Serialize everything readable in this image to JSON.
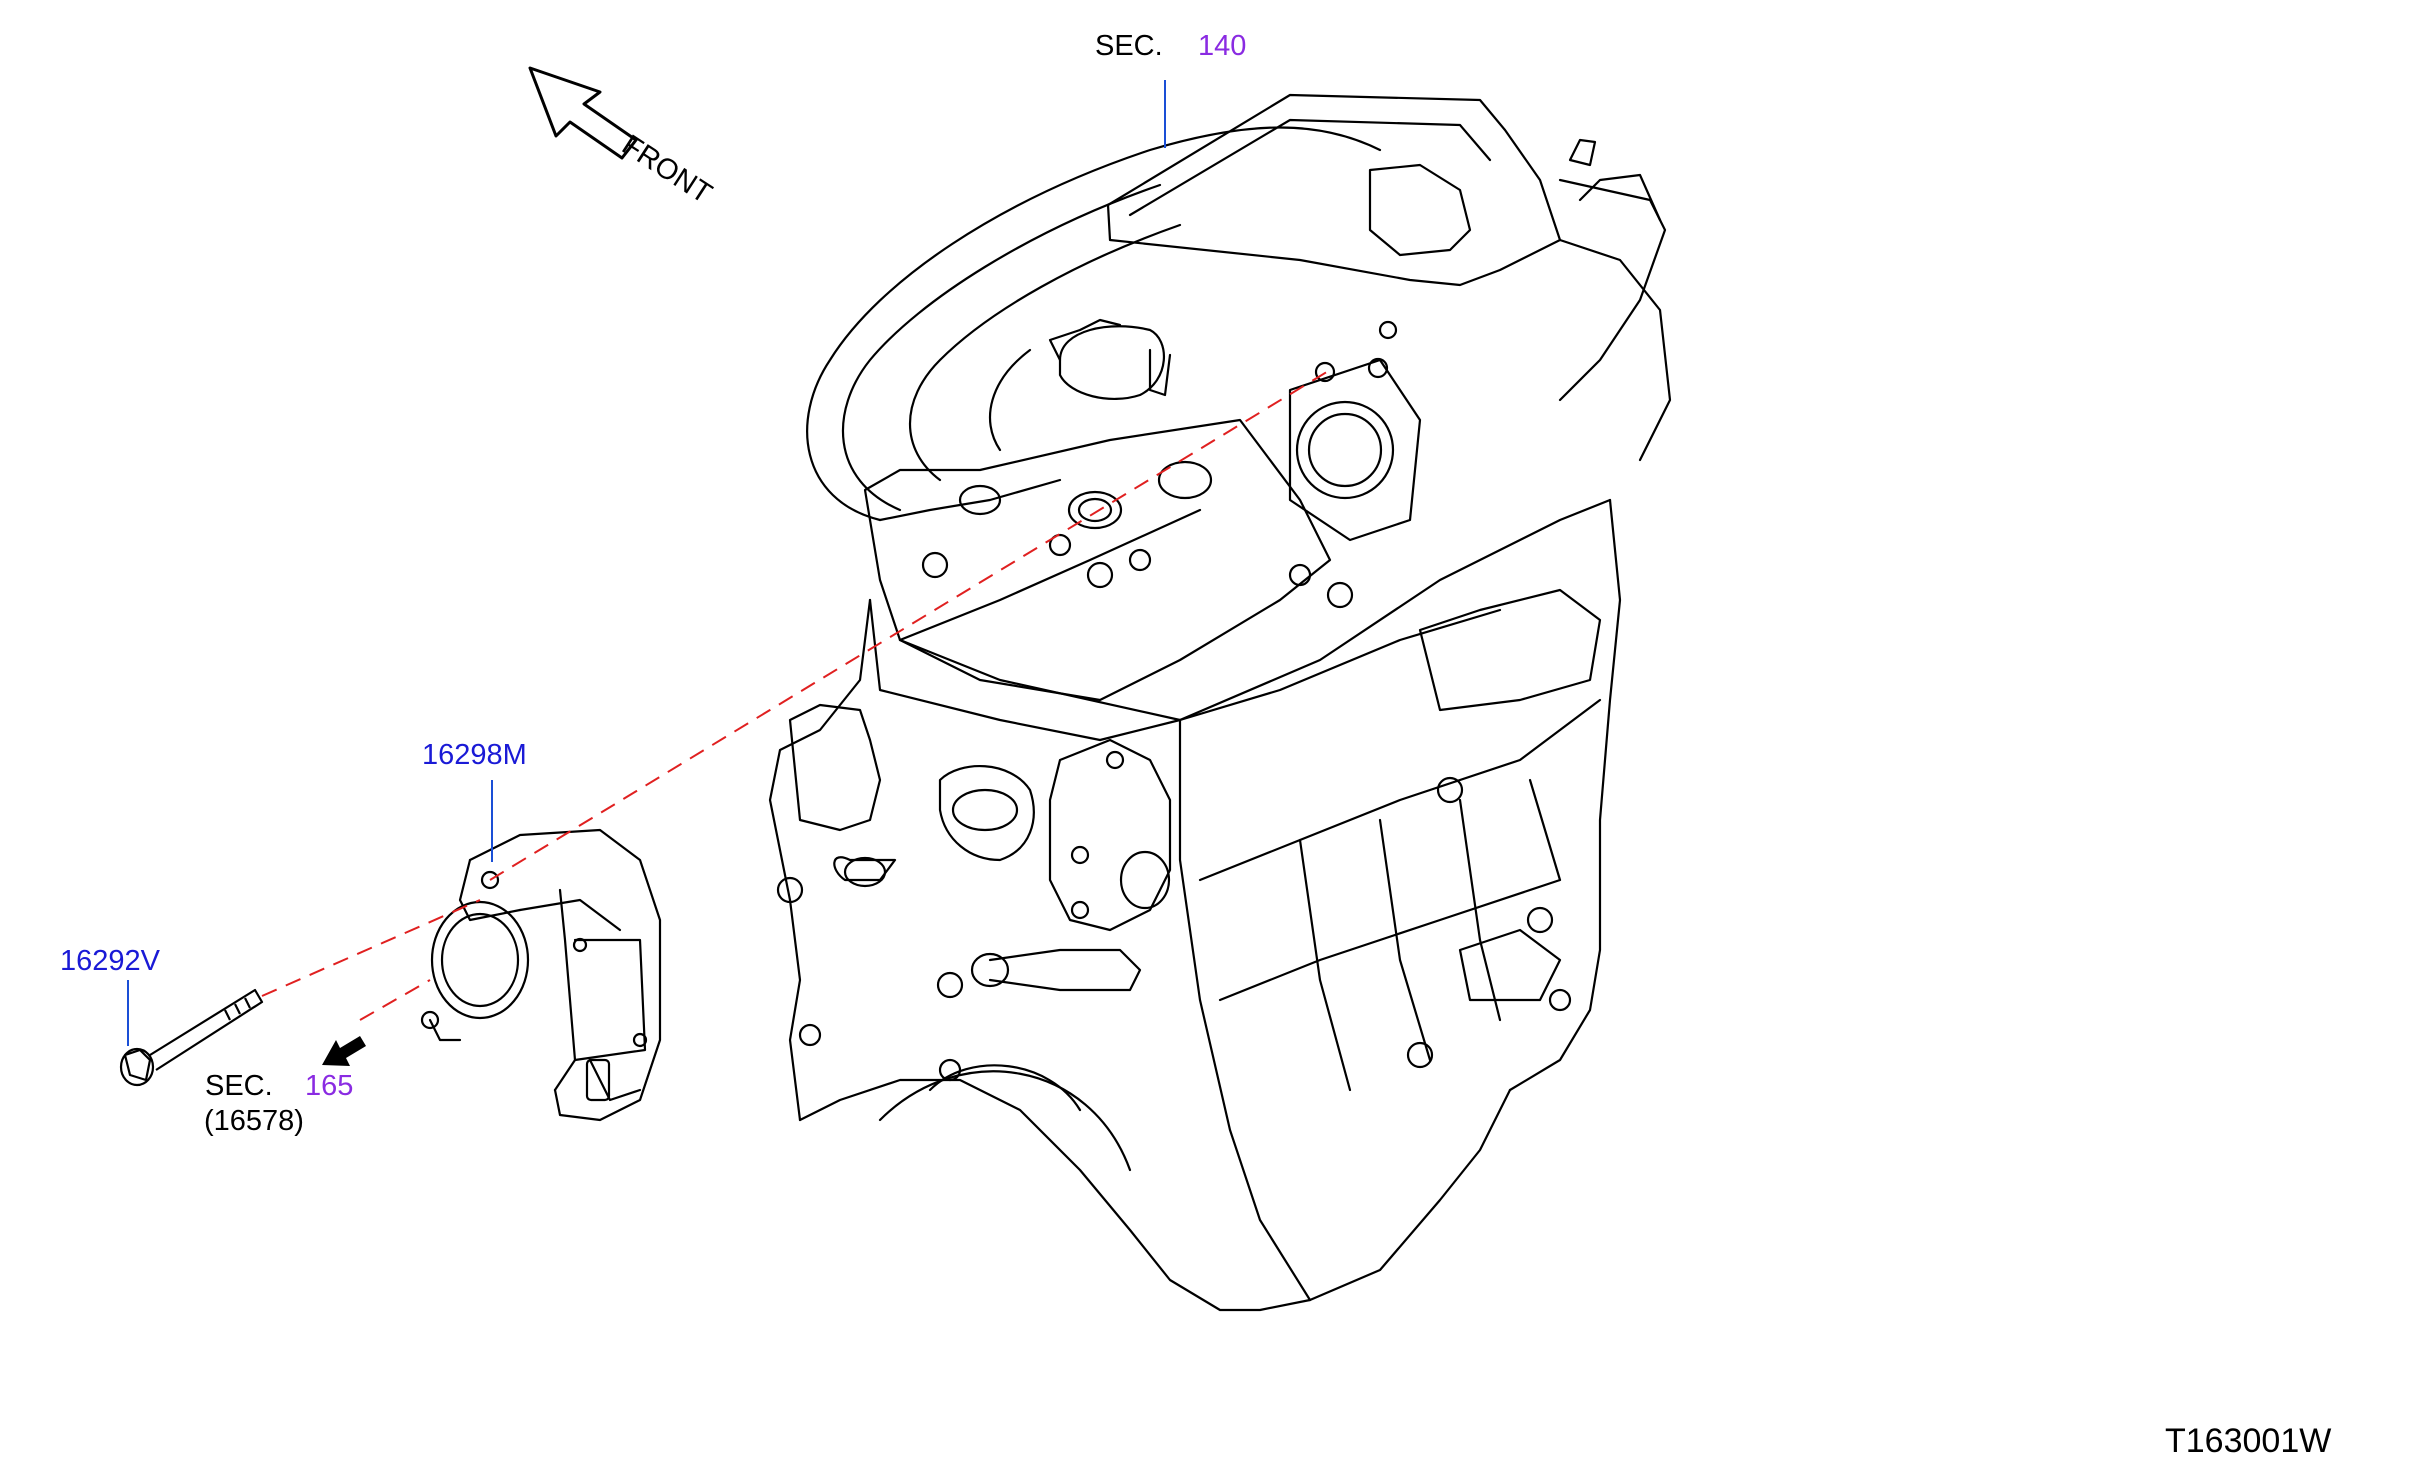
{
  "front_label": "FRONT",
  "sec_140": {
    "prefix": "SEC.",
    "number": "140"
  },
  "sec_165": {
    "prefix": "SEC.",
    "number": "165",
    "sub": "(16578)"
  },
  "parts": {
    "throttle_chamber": "16298M",
    "bolt": "16292V"
  },
  "illustration_id": "T163001W",
  "colors": {
    "linework": "#000000",
    "part_link": "#1a1ad6",
    "section_link": "#8a2be2",
    "leader_line": "#1a4fd6",
    "dashed_line": "#e02020"
  }
}
